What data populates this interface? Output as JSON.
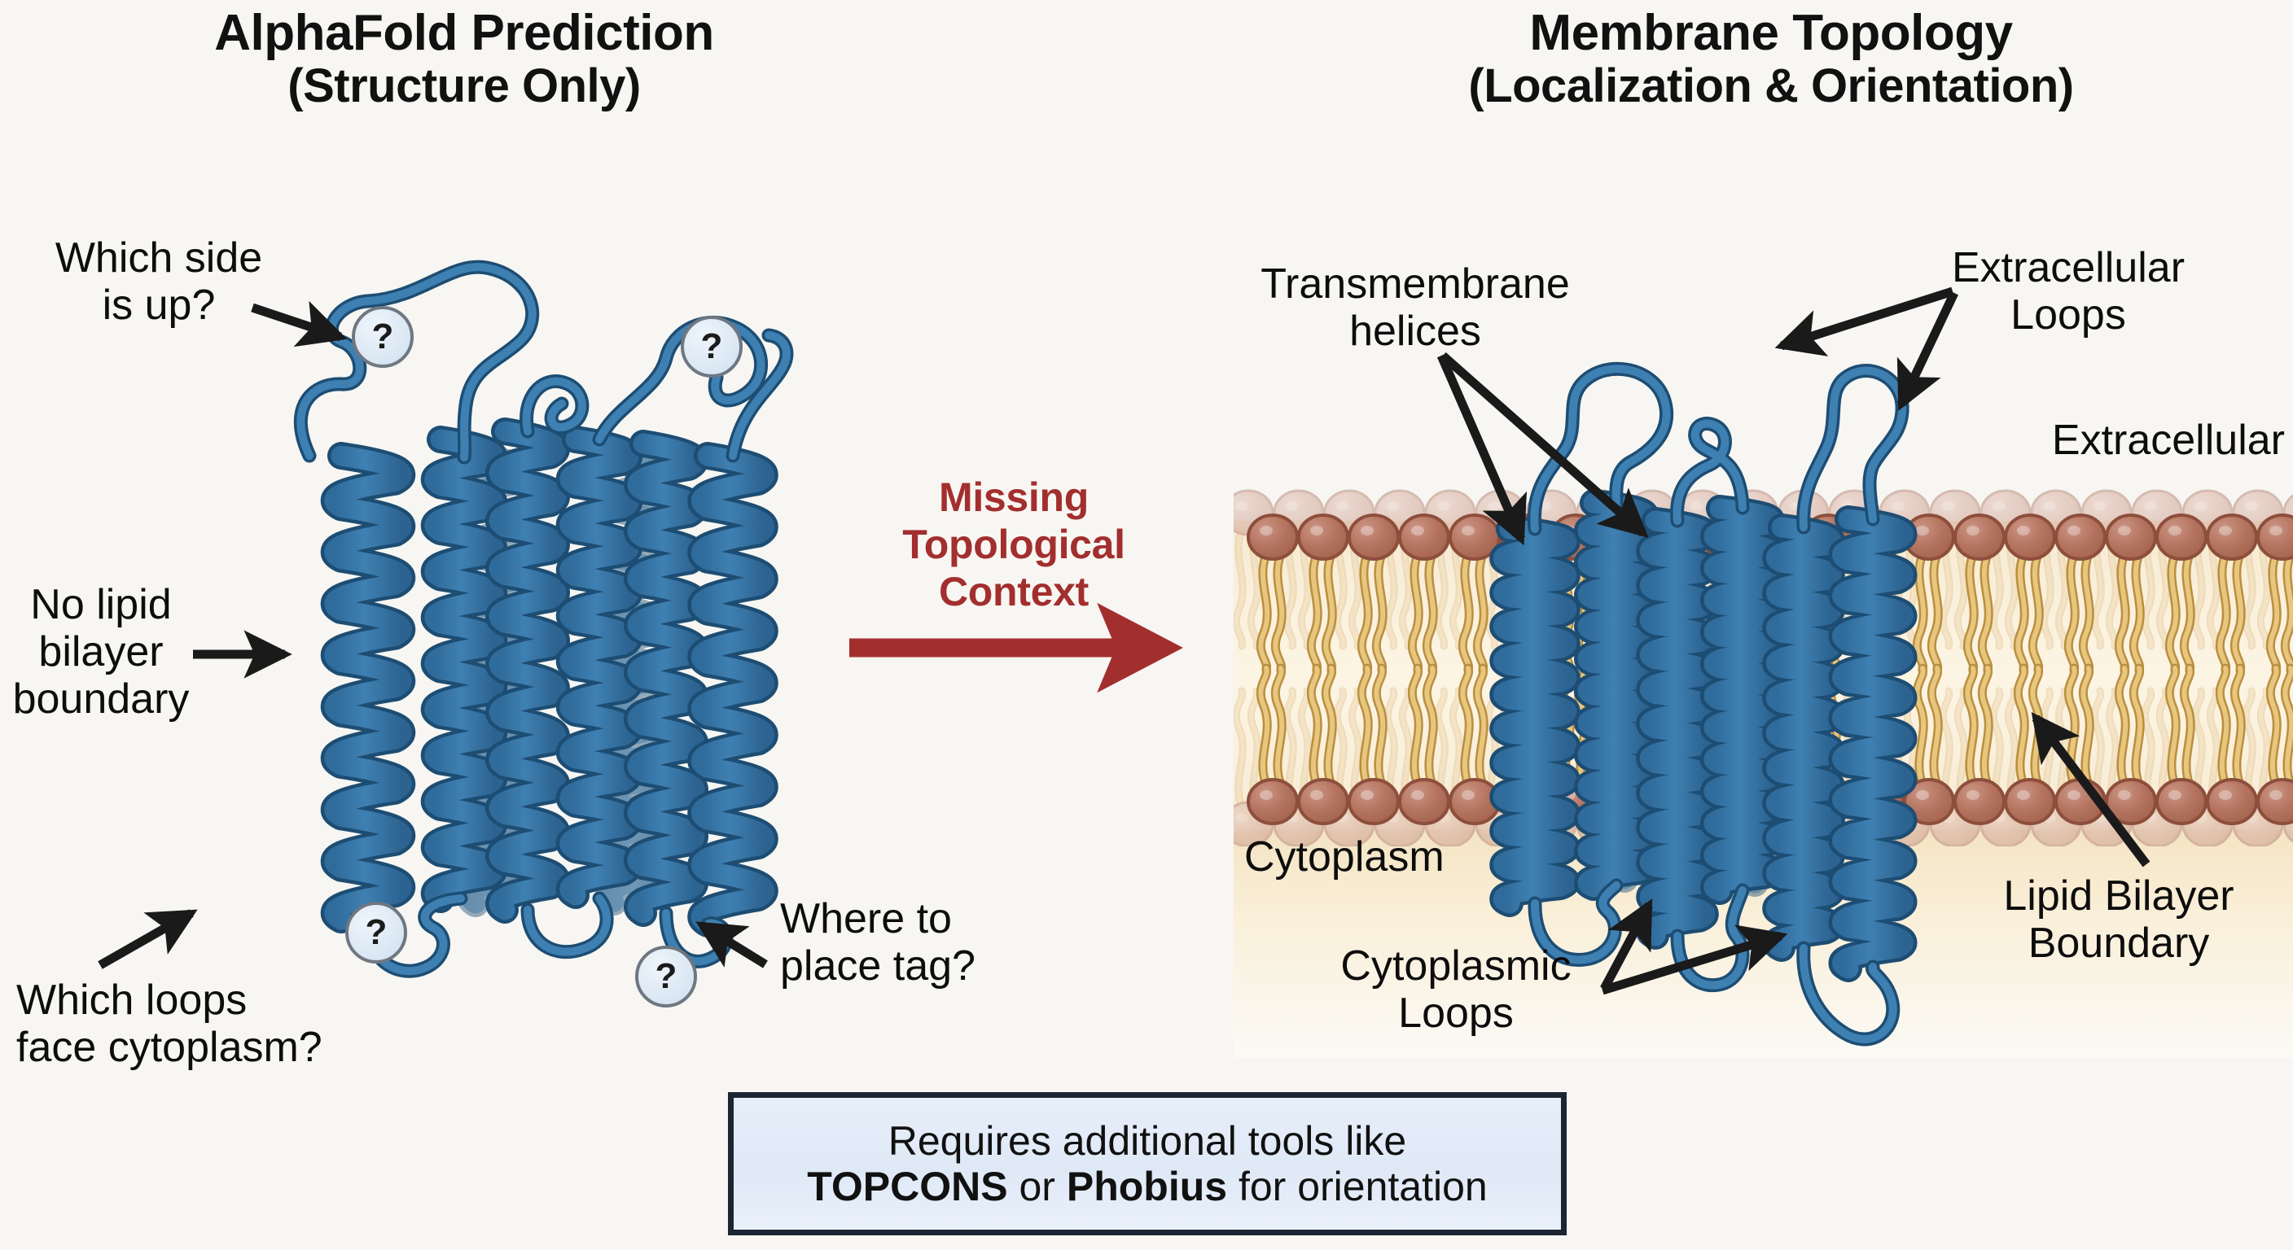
{
  "left_panel": {
    "title_line1": "AlphaFold Prediction",
    "title_line2": "(Structure Only)",
    "annotations": {
      "which_side_l1": "Which side",
      "which_side_l2": "is up?",
      "no_bilayer_l1": "No lipid",
      "no_bilayer_l2": "bilayer",
      "no_bilayer_l3": "boundary",
      "which_loops_l1": "Which loops",
      "which_loops_l2": "face cytoplasm?",
      "where_tag_l1": "Where to",
      "where_tag_l2": "place tag?"
    },
    "question_badges": [
      "?",
      "?",
      "?",
      "?"
    ]
  },
  "transition": {
    "line1": "Missing",
    "line2": "Topological",
    "line3": "Context",
    "color": "#A32E2E"
  },
  "right_panel": {
    "title_line1": "Membrane Topology",
    "title_line2": "(Localization & Orientation)",
    "labels": {
      "tm_helices_l1": "Transmembrane",
      "tm_helices_l2": "helices",
      "extracellular_loops_l1": "Extracellular",
      "extracellular_loops_l2": "Loops",
      "extracellular": "Extracellular",
      "cytoplasm": "Cytoplasm",
      "cytoplasmic_loops_l1": "Cytoplasmic",
      "cytoplasmic_loops_l2": "Loops",
      "lipid_boundary_l1": "Lipid Bilayer",
      "lipid_boundary_l2": "Boundary"
    }
  },
  "caption": {
    "line1": "Requires additional tools like",
    "line2_pre": "",
    "tool_1": "TOPCONS",
    "line2_mid": " or ",
    "tool_2": "Phobius",
    "line2_post": " for orientation"
  },
  "colors": {
    "background": "#f7f6f2",
    "protein_ribbon": "#3a78a8",
    "protein_outline": "#1d4d73",
    "lipid_head": "#b0705d",
    "lipid_head_outline": "#8d4f3c",
    "lipid_tail": "#e8c67e",
    "lipid_tail_outline": "#b98f40",
    "membrane_fill": "#f6e9cf",
    "cytoplasm_fill": "#f6e7c8",
    "accent_red": "#A32E2E",
    "badge_fill": "#dce8f4",
    "badge_border": "#6f7781",
    "caption_fill": "#e3ecf7",
    "caption_border": "#1c2533"
  }
}
